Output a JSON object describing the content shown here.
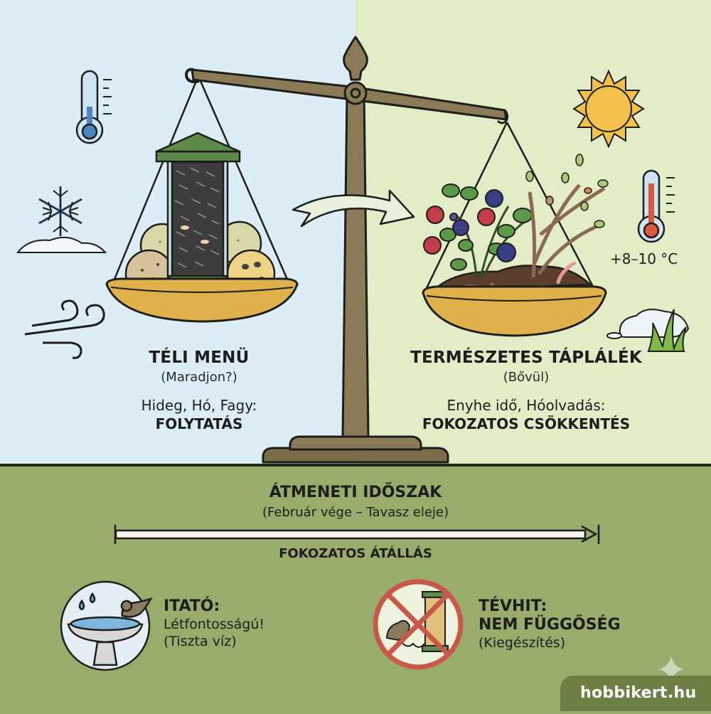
{
  "colors": {
    "left_bg": "#dcedf6",
    "right_bg": "#e2ecc6",
    "bottom_bg": "#98ad6b",
    "scale_brown": "#8a7a55",
    "pan_gold": "#e0b04a",
    "feeder_green": "#5e8a4a",
    "logo_bg": "#6c7f44"
  },
  "left_panel": {
    "title": "TÉLI MENÜ",
    "subtitle": "(Maradjon?)",
    "condition": "Hideg, Hó, Fagy:",
    "action": "FOLYTATÁS",
    "icons": [
      "thermometer-cold-icon",
      "snowflake-icon",
      "wind-icon",
      "bird-feeder-icon",
      "suet-ball-icon"
    ]
  },
  "right_panel": {
    "title": "TERMÉSZETES TÁPLÁLÉK",
    "subtitle": "(Bővül)",
    "condition": "Enyhe idő, Hóolvadás:",
    "action": "FOKOZATOS CSÖKKENTÉS",
    "temperature": "+8–10 °C",
    "icons": [
      "sun-icon",
      "thermometer-warm-icon",
      "melting-snow-grass-icon",
      "berry-bush-icon",
      "budding-branch-icon",
      "worm-icon"
    ]
  },
  "transition": {
    "title": "ÁTMENETI IDŐSZAK",
    "subtitle": "(Február vége – Tavasz eleje)",
    "label": "FOKOZATOS ÁTÁLLÁS"
  },
  "cards": [
    {
      "title": "ITATÓ:",
      "line1": "Létfontosságú!",
      "line2": "(Tiszta víz)",
      "icon": "bird-bath-icon"
    },
    {
      "title": "TÉVHIT:",
      "line1": "NEM FÜGGŐSÉG",
      "line2": "(Kiegészítés)",
      "icon": "no-dependency-icon"
    }
  ],
  "logo": {
    "text": "hobbikert.hu"
  }
}
